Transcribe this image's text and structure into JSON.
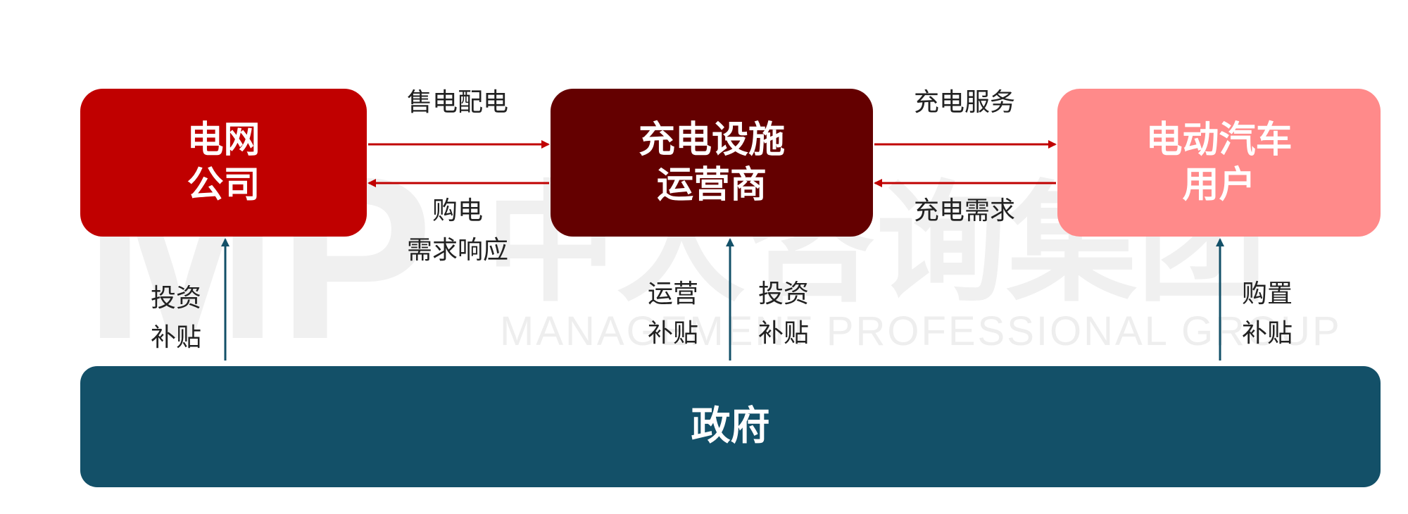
{
  "colors": {
    "grid": "#c00000",
    "operator": "#640000",
    "users": "#ff8a8a",
    "government": "#135068",
    "arrow_red": "#c00000",
    "arrow_blue": "#135068",
    "watermark": "#efefef"
  },
  "nodes": {
    "grid": {
      "line1": "电网",
      "line2": "公司"
    },
    "operator": {
      "line1": "充电设施",
      "line2": "运营商"
    },
    "users": {
      "line1": "电动汽车",
      "line2": "用户"
    },
    "government": {
      "label": "政府"
    }
  },
  "edges": {
    "grid_to_operator": "售电配电",
    "operator_to_grid": {
      "line1": "购电",
      "line2": "需求响应"
    },
    "operator_to_users": "充电服务",
    "users_to_operator": "充电需求",
    "gov_to_grid": {
      "line1": "投资",
      "line2": "补贴"
    },
    "gov_to_operator_a": {
      "line1": "运营",
      "line2": "补贴"
    },
    "gov_to_operator_b": {
      "line1": "投资",
      "line2": "补贴"
    },
    "gov_to_users": {
      "line1": "购置",
      "line2": "补贴"
    }
  },
  "watermark": {
    "logo": "MP",
    "chinese": "中大咨询集团",
    "english": "MANAGEMENT PROFESSIONAL GROUP"
  }
}
